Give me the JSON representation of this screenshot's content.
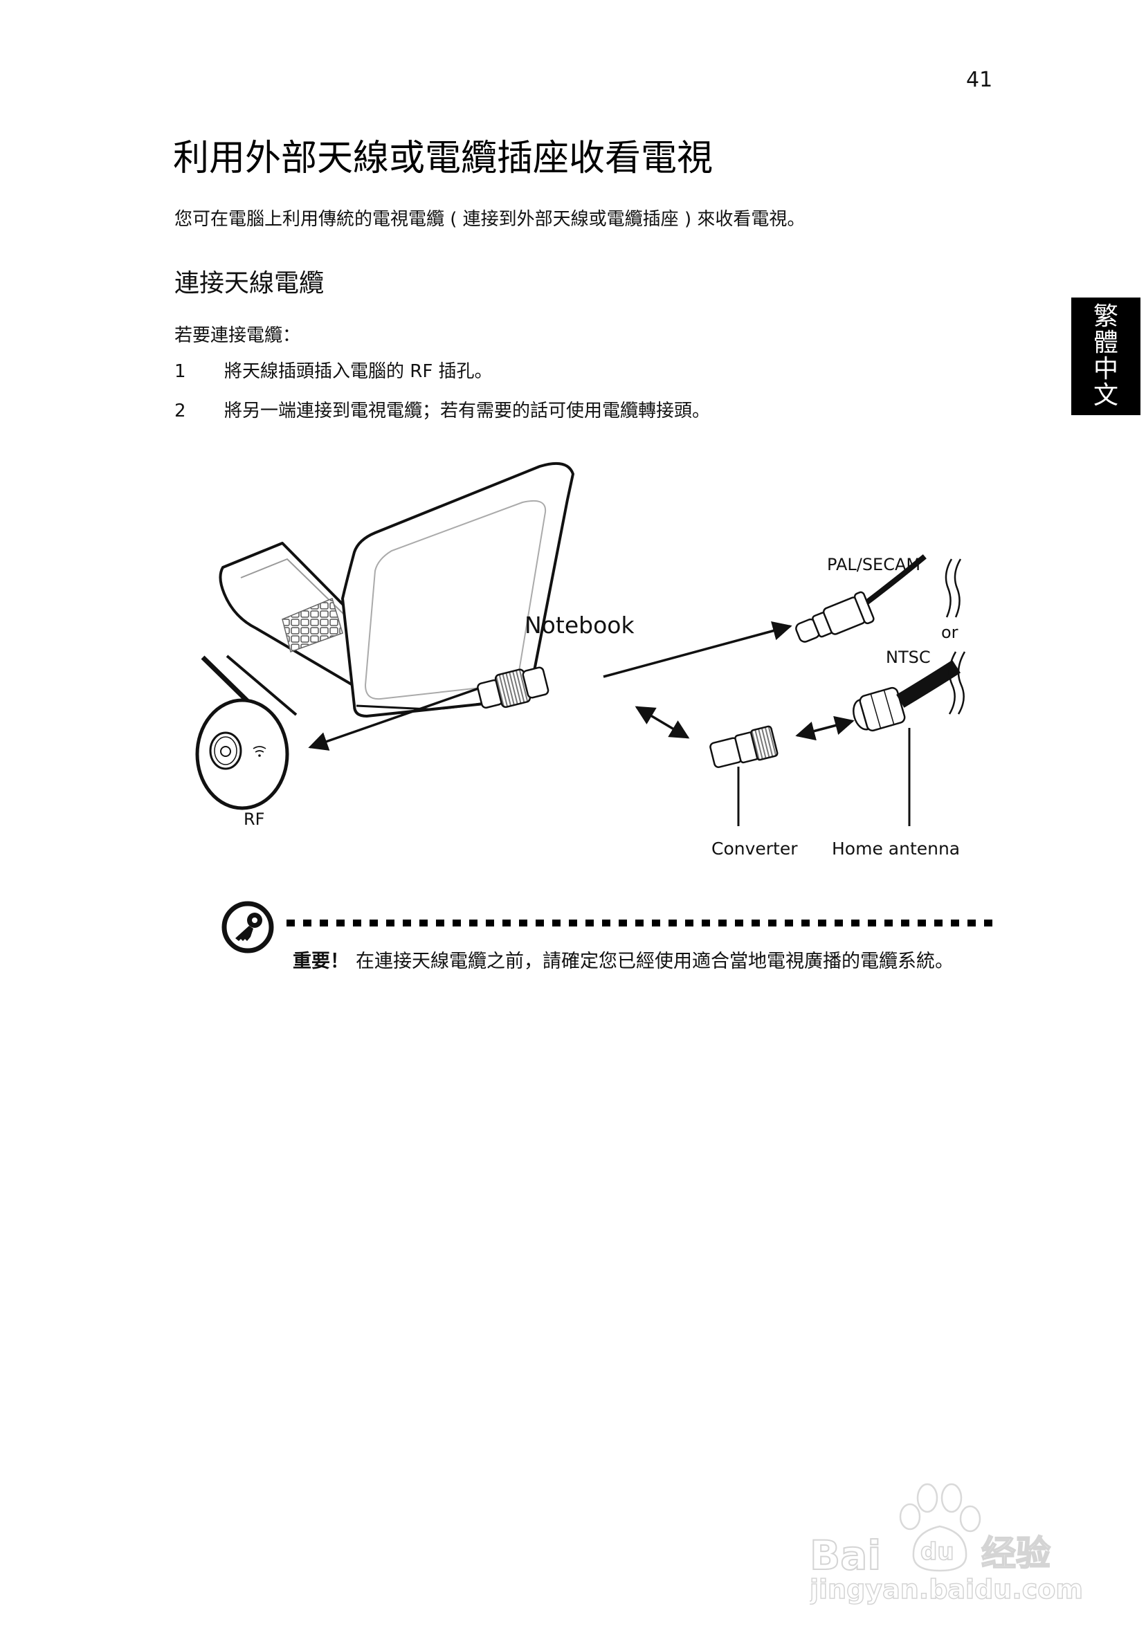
{
  "page": {
    "number": "41"
  },
  "side_tab": {
    "chars": [
      "繁",
      "體",
      "中",
      "文"
    ]
  },
  "header": {
    "title": "利用外部天線或電纜插座收看電視",
    "intro": "您可在電腦上利用傳統的電視電纜 ( 連接到外部天線或電纜插座 ) 來收看電視。"
  },
  "section": {
    "heading": "連接天線電纜",
    "lead": "若要連接電纜：",
    "steps": [
      {
        "num": "1",
        "text": "將天線插頭插入電腦的 RF 插孔。"
      },
      {
        "num": "2",
        "text": "將另一端連接到電視電纜；若有需要的話可使用電纜轉接頭。"
      }
    ]
  },
  "diagram": {
    "labels": {
      "notebook": "Notebook",
      "pal_secam": "PAL/SECAM",
      "or": "or",
      "ntsc": "NTSC",
      "rf": "RF",
      "converter": "Converter",
      "home_antenna": "Home antenna"
    },
    "icons": {
      "laptop": "laptop-icon",
      "rf_port": "rf-port-icon",
      "plug": "coax-plug-icon",
      "converter": "converter-adapter-icon",
      "antenna_plug": "antenna-plug-icon"
    }
  },
  "note": {
    "icon": "key-icon",
    "label": "重要！",
    "text": "在連接天線電纜之前，請確定您已經使用適合當地電視廣播的電纜系統。"
  },
  "watermark": {
    "brand": "Bai du 经验",
    "url": "jingyan.baidu.com"
  },
  "colors": {
    "text": "#111111",
    "tab_bg": "#000000",
    "tab_text": "#ffffff",
    "watermark": "#d8d8d8"
  }
}
